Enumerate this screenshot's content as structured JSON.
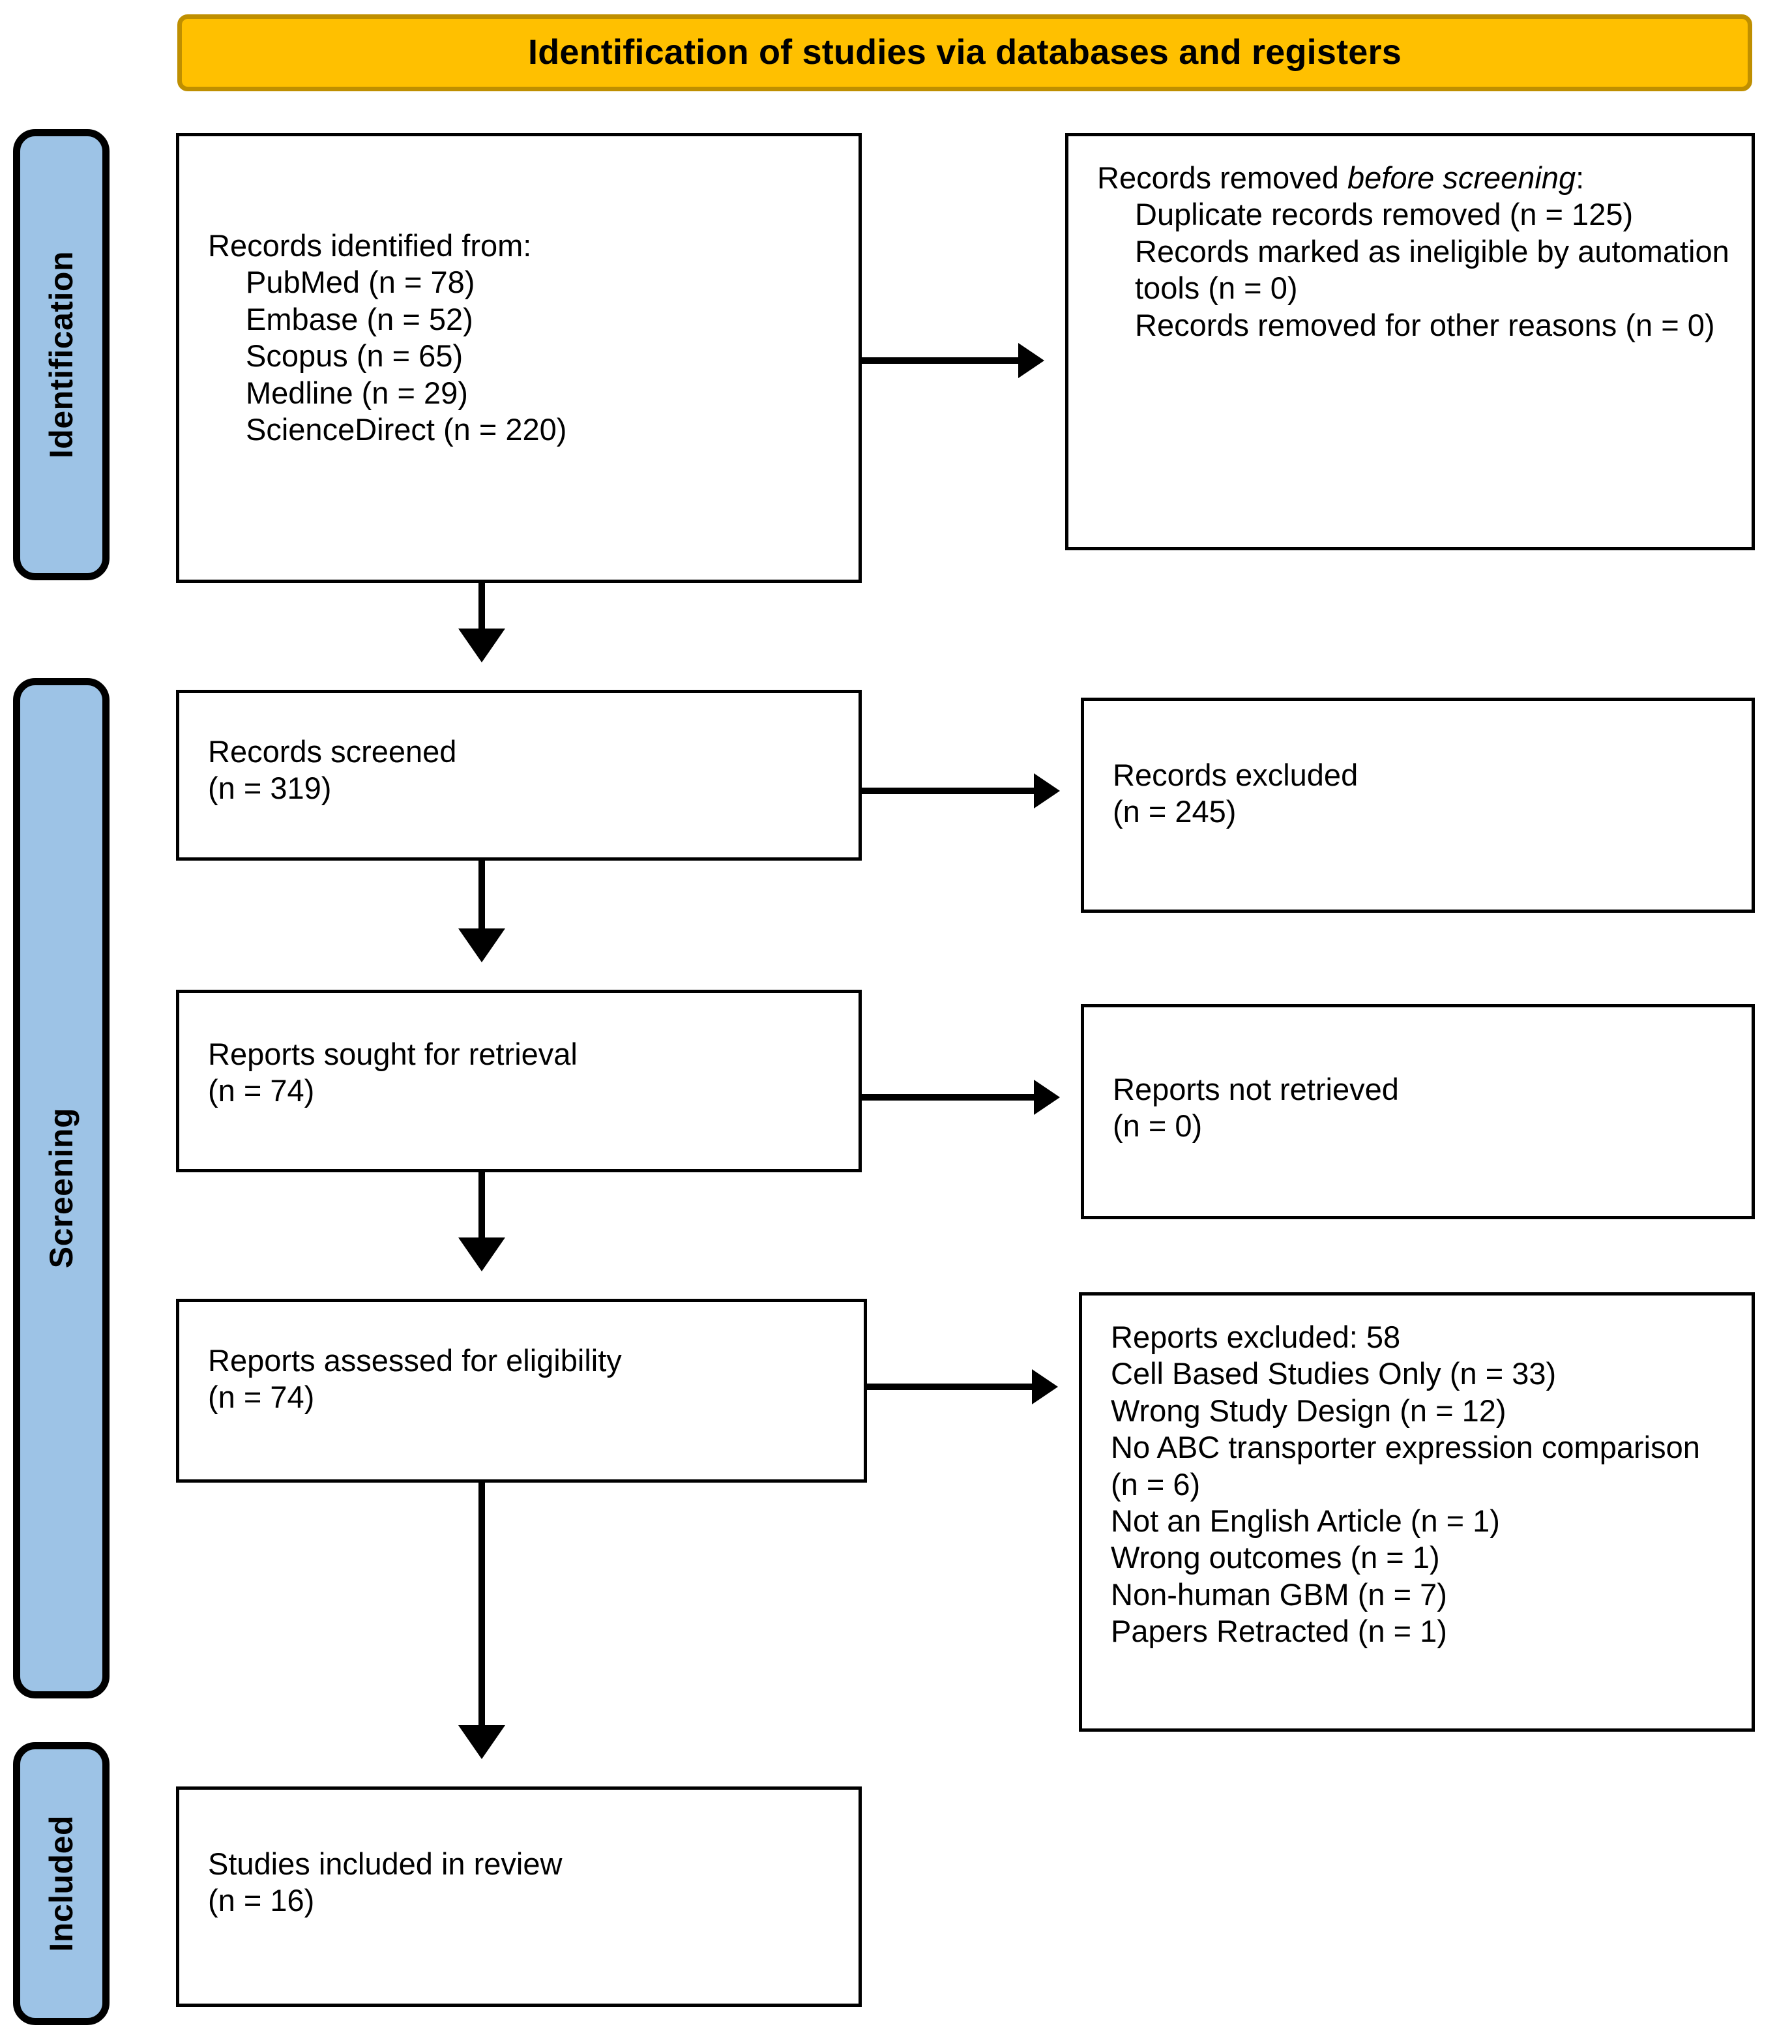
{
  "title": {
    "text": "Identification of studies via databases and registers",
    "fill_color": "#FFC000",
    "border_color": "#BF8F00"
  },
  "stages": {
    "identification": "Identification",
    "screening": "Screening",
    "included": "Included",
    "pill_color": "#9DC3E6"
  },
  "boxes": {
    "records_identified": {
      "heading": "Records identified from:",
      "sources": [
        "PubMed (n = 78)",
        "Embase (n = 52)",
        "Scopus (n = 65)",
        "Medline (n = 29)",
        "ScienceDirect (n = 220)"
      ]
    },
    "records_removed": {
      "heading_pre": "Records removed ",
      "heading_italic": "before screening",
      "heading_post": ":",
      "items": [
        "Duplicate records removed (n = 125)",
        "Records marked as ineligible by automation tools (n = 0)",
        "Records removed for other reasons (n = 0)"
      ]
    },
    "records_screened": {
      "label": "Records screened",
      "count": "(n = 319)"
    },
    "records_excluded": {
      "label": "Records excluded",
      "count": "(n = 245)"
    },
    "reports_sought": {
      "label": "Reports sought for retrieval",
      "count": "(n = 74)"
    },
    "reports_not_retrieved": {
      "label": "Reports not retrieved",
      "count": "(n = 0)"
    },
    "reports_assessed": {
      "label": "Reports assessed for eligibility",
      "count": "(n = 74)"
    },
    "reports_excluded": {
      "heading": "Reports excluded: 58",
      "reasons": [
        "Cell Based Studies Only (n = 33)",
        "Wrong Study Design (n = 12)",
        "No ABC transporter expression comparison (n = 6)",
        "Not an English Article (n = 1)",
        "Wrong outcomes (n = 1)",
        "Non-human GBM (n = 7)",
        "Papers Retracted (n = 1)"
      ]
    },
    "studies_included": {
      "label": "Studies included in review",
      "count": "(n = 16)"
    }
  }
}
